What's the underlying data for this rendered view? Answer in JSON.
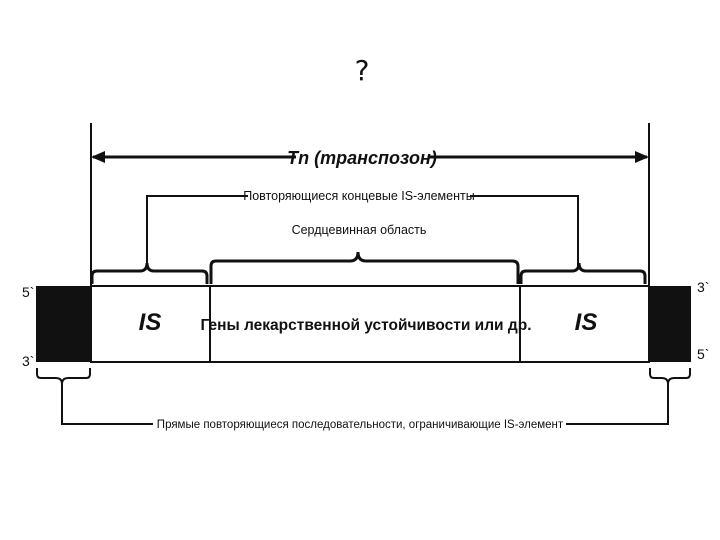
{
  "slide": {
    "title": "?"
  },
  "diagram": {
    "transposon_label": "Tn (транспозон)",
    "terminal_is_label": "Повторяющиеся концевые IS-элементы",
    "core_region_label": "Сердцевинная область",
    "segments": {
      "left_is": "IS",
      "core": "Гены лекарственной устойчивости или др.",
      "right_is": "IS"
    },
    "ends": {
      "left_top": "5`",
      "left_bottom": "3`",
      "right_top": "3`",
      "right_bottom": "5`"
    },
    "direct_repeats_label": "Прямые повторяющиеся последовательности, ограничивающие IS-элемент",
    "colors": {
      "ink": "#111111",
      "flank_fill": "#111111",
      "segment_fill": "#ffffff"
    }
  }
}
